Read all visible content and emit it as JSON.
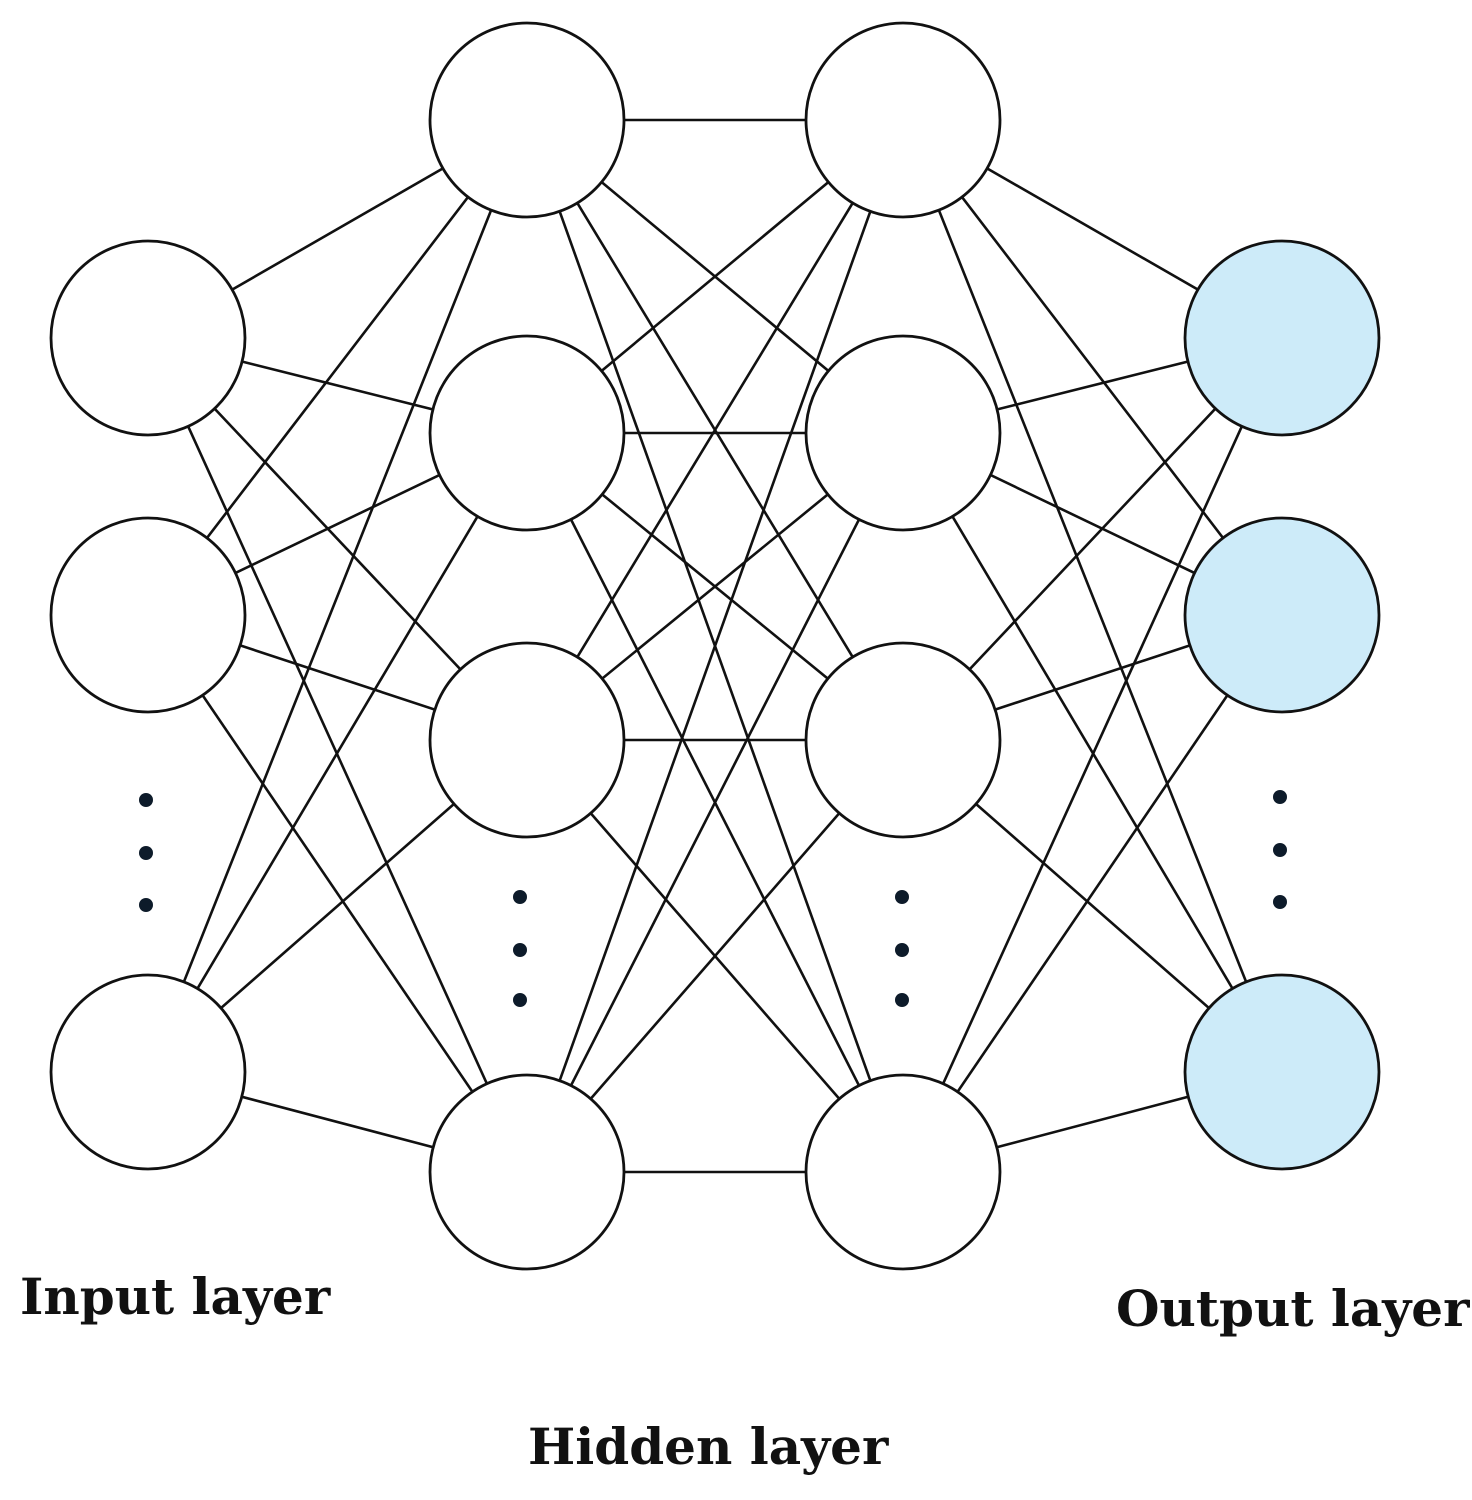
{
  "labels": {
    "input_layer": "Input layer",
    "hidden_layer": "Hidden layer",
    "output_layer": "Output layer"
  },
  "colors": {
    "node_fill": "#ffffff",
    "output_node_fill": "#cdebf9",
    "stroke": "#111111",
    "ellipsis_dot": "#0d1b2a"
  },
  "network": {
    "input_nodes_drawn": 3,
    "hidden_layers": 2,
    "hidden_nodes_drawn_per_layer": 4,
    "output_nodes_drawn": 3,
    "fully_connected": true,
    "ellipsis_in_every_layer": true
  }
}
